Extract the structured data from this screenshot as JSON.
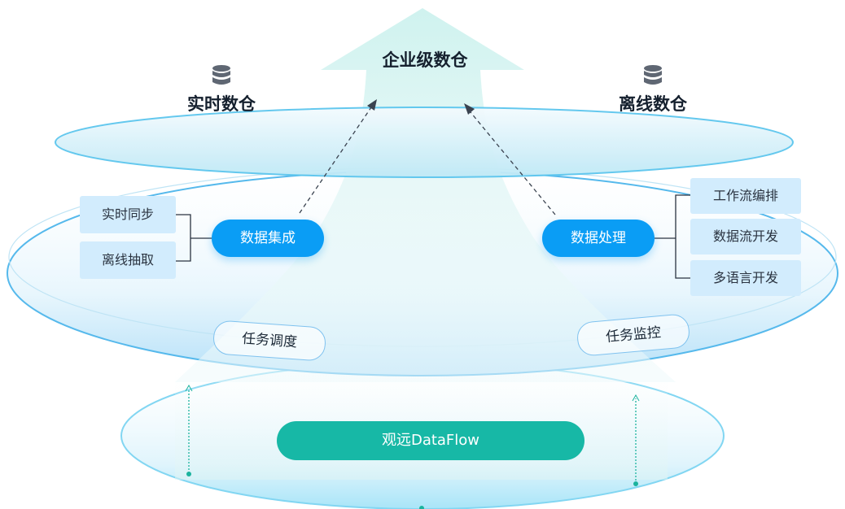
{
  "top": {
    "title": "企业级数仓"
  },
  "realtime_warehouse": {
    "title": "实时数仓",
    "icon": "database-icon"
  },
  "offline_warehouse": {
    "title": "离线数仓",
    "icon": "database-icon"
  },
  "integration": {
    "label": "数据集成",
    "sources": [
      "实时同步",
      "离线抽取"
    ]
  },
  "processing": {
    "label": "数据处理",
    "items": [
      "工作流编排",
      "数据流开发",
      "多语言开发"
    ]
  },
  "scheduling": {
    "label": "任务调度"
  },
  "monitoring": {
    "label": "任务监控"
  },
  "platform": {
    "label": "观远DataFlow"
  },
  "colors": {
    "primary_blue": "#0a9df5",
    "light_box": "#d2ecfd",
    "platform_teal": "#17b8a6",
    "ring_blue": "#53c4f2"
  }
}
